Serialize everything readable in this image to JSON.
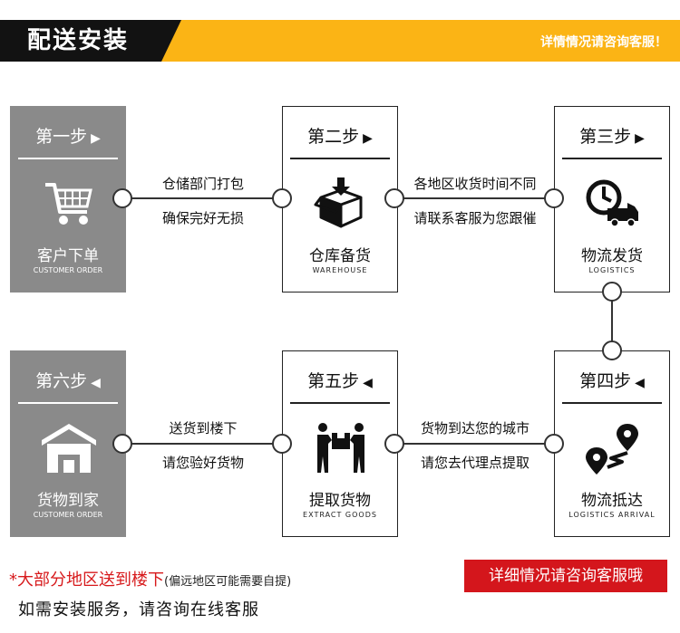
{
  "header": {
    "title": "配送安装",
    "note": "详情情况请咨询客服！"
  },
  "steps": [
    {
      "label": "第一步",
      "arrow": "▶",
      "name": "客户下单",
      "en": "CUSTOMER ORDER",
      "icon": "shopping-cart-icon"
    },
    {
      "label": "第二步",
      "arrow": "▶",
      "name": "仓库备货",
      "en": "WAREHOUSE",
      "icon": "package-box-icon"
    },
    {
      "label": "第三步",
      "arrow": "▶",
      "name": "物流发货",
      "en": "LOGISTICS",
      "icon": "delivery-truck-clock-icon"
    },
    {
      "label": "第四步",
      "arrow": "◀",
      "name": "物流抵达",
      "en": "LOGISTICS ARRIVAL",
      "icon": "map-pin-route-icon"
    },
    {
      "label": "第五步",
      "arrow": "◀",
      "name": "提取货物",
      "en": "EXTRACT GOODS",
      "icon": "people-carrying-box-icon"
    },
    {
      "label": "第六步",
      "arrow": "◀",
      "name": "货物到家",
      "en": "CUSTOMER ORDER",
      "icon": "warehouse-home-icon"
    }
  ],
  "connectors": {
    "c12": [
      "仓储部门打包",
      "确保完好无损"
    ],
    "c23": [
      "各地区收货时间不同",
      "请联系客服为您跟催"
    ],
    "c45": [
      "货物到达您的城市",
      "请您去代理点提取"
    ],
    "c56": [
      "送货到楼下",
      "请您验好货物"
    ]
  },
  "footer": {
    "notice_main": "*大部分地区送到楼下",
    "notice_small": "(偏远地区可能需要自提)",
    "install": "如需安装服务，请咨询在线客服",
    "button": "详细情况请咨询客服哦"
  },
  "colors": {
    "header_black": "#121212",
    "header_yellow": "#fbb415",
    "accent_red": "#d4161c",
    "gray_box": "#8a8a8a"
  }
}
